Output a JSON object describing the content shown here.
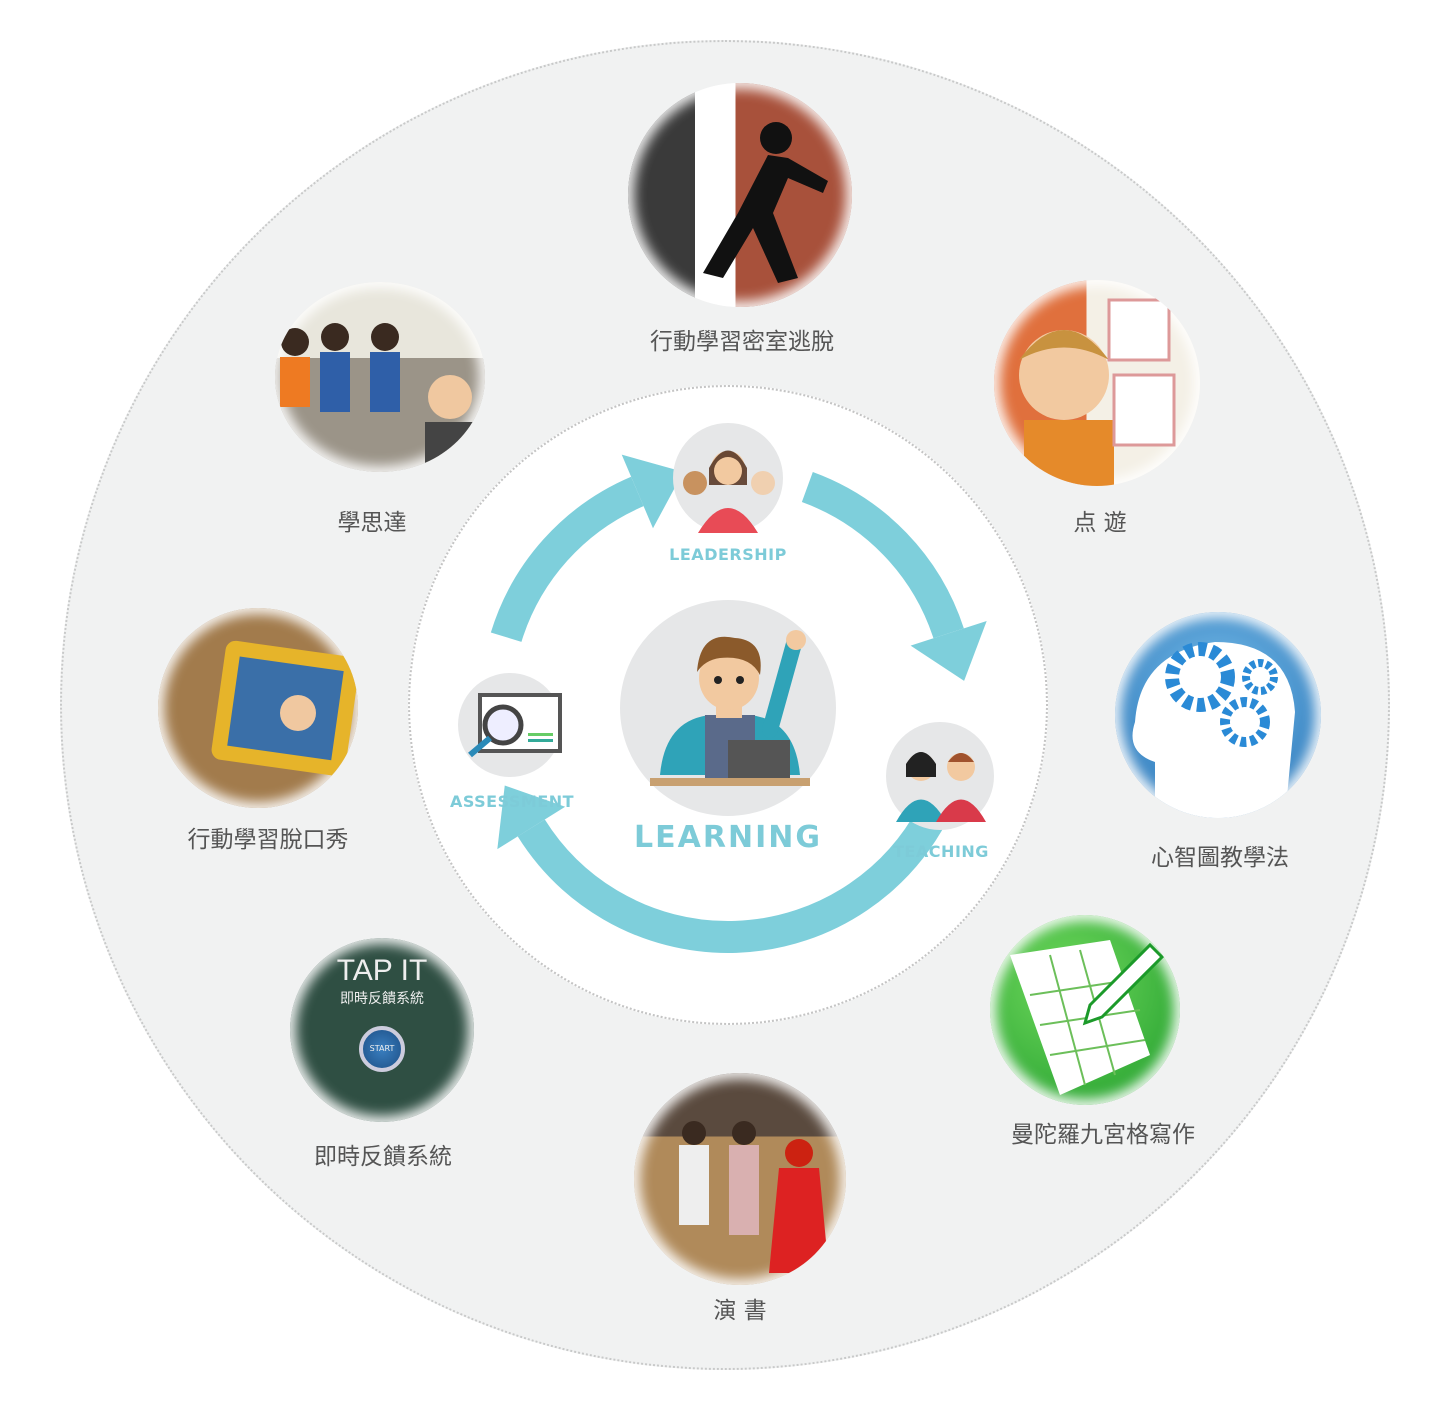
{
  "center": {
    "title": "LEARNING",
    "cycle": [
      {
        "label": "LEADERSHIP"
      },
      {
        "label": "TEACHING"
      },
      {
        "label": "ASSESSMENT"
      }
    ],
    "accent_color": "#7ecfdb"
  },
  "methods": [
    {
      "label": "行動學習密室逃脫",
      "icon": "escape-room-icon"
    },
    {
      "label": "点 遊",
      "icon": "boy-thumbs-up-photo"
    },
    {
      "label": "學思達",
      "icon": "classroom-photo"
    },
    {
      "label": "心智圖教學法",
      "icon": "head-gears-icon"
    },
    {
      "label": "行動學習脫口秀",
      "icon": "tablet-video-photo"
    },
    {
      "label": "曼陀羅九宮格寫作",
      "icon": "grid-pencil-icon"
    },
    {
      "label": "即時反饋系統",
      "icon": "tap-it-icon"
    },
    {
      "label": "演 書",
      "icon": "drama-photo"
    }
  ],
  "tapit": {
    "title": "TAP IT",
    "subtitle": "即時反饋系統",
    "button": "START"
  }
}
